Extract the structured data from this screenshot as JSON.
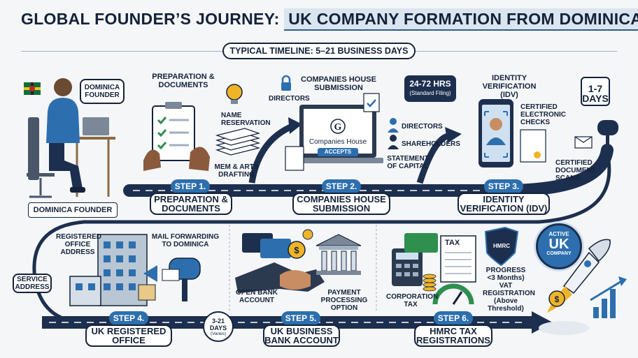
{
  "title": {
    "part1": "GLOBAL FOUNDER’S JOURNEY:",
    "part2": "UK COMPANY FORMATION FROM DOMINICA"
  },
  "timeline": "TYPICAL TIMELINE: 5–21 BUSINESS DAYS",
  "founder": {
    "bubble": "DOMINICA FOUNDER",
    "tag": "DOMINICA FOUNDER"
  },
  "steps": [
    {
      "badge": "STEP 1.",
      "name": "PREPARATION & DOCUMENTS"
    },
    {
      "badge": "STEP 2.",
      "name": "COMPANIES HOUSE SUBMISSION"
    },
    {
      "badge": "STEP 3.",
      "name": "IDENTITY VERIFICATION (IDV)"
    },
    {
      "badge": "STEP 4.",
      "name": "UK REGISTERED OFFICE"
    },
    {
      "badge": "STEP 5.",
      "name": "UK BUSINESS BANK ACCOUNT"
    },
    {
      "badge": "STEP 6.",
      "name": "HMRC TAX REGISTRATIONS"
    }
  ],
  "step1": {
    "heading": "PREPARATION & DOCUMENTS",
    "name_reservation": "NAME RESERVATION",
    "mem_arts": "MEM & ARTS DRAFTING"
  },
  "step2": {
    "heading": "COMPANIES HOUSE SUBMISSION",
    "directors_left": "DIRECTORS",
    "window_label": "Companies House",
    "accepts": "ACCEPTS",
    "directors": "DIRECTORS",
    "shareholders": "SHAREHOLDERS",
    "statement": "STATEMENT OF CAPITAL",
    "hours": "24-72 HRS",
    "hours_sub": "(Standard Filing)"
  },
  "step3": {
    "heading": "IDENTITY VERIFICATION (IDV)",
    "days": "1-7 DAYS",
    "checks": "CERTIFIED ELECTRONIC CHECKS",
    "scans": "CERTIFIED DOCUMENT SCANS"
  },
  "step4": {
    "registered_office": "REGISTERED OFFICE ADDRESS",
    "mail_forwarding": "MAIL FORWARDING TO DOMINICA",
    "service_address": "SERVICE ADDRESS"
  },
  "between": {
    "days": "3-21 DAYS",
    "varies": "(Varies)"
  },
  "step5": {
    "open_bank": "OPEN BANK ACCOUNT",
    "payment": "PAYMENT PROCESSING OPTION"
  },
  "step6": {
    "corp_tax": "CORPORATION TAX",
    "hmrc": "HMRC",
    "tax": "TAX",
    "progress": "PROGRESS <3 Months)",
    "vat": "VAT REGISTRATION (Above Threshold)"
  },
  "active_badge": {
    "line1": "ACTIVE",
    "line2": "UK",
    "line3": "COMPANY"
  },
  "colors": {
    "navy": "#1d2f4e",
    "blue": "#2d6fae",
    "light": "#dbe5ef",
    "gold": "#f0b429"
  }
}
